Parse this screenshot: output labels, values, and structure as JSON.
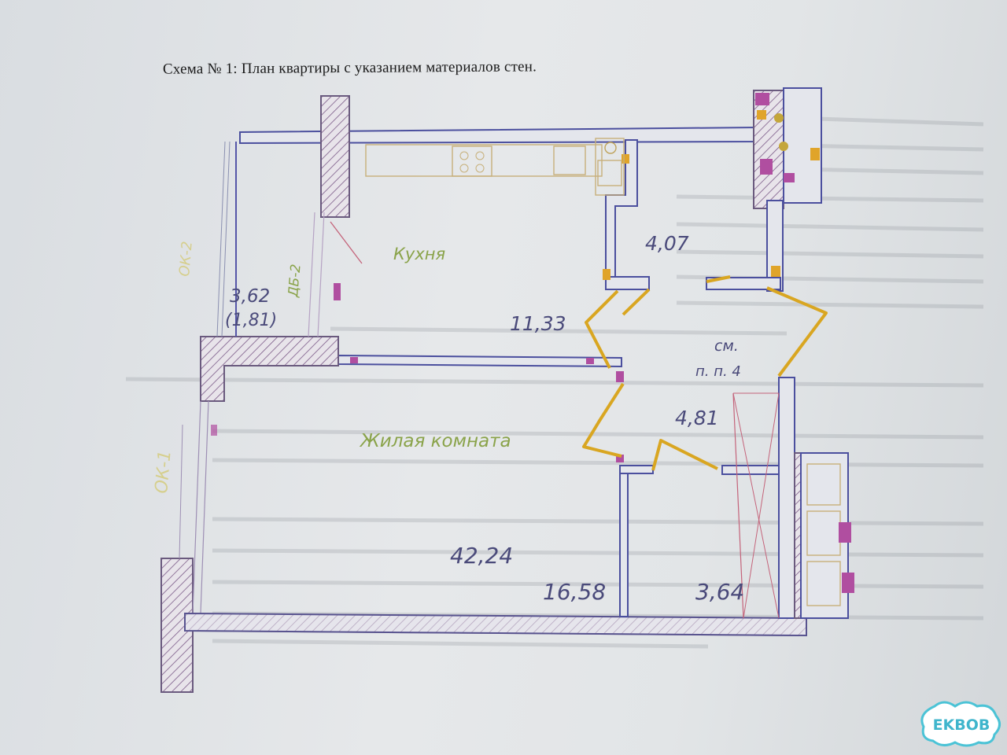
{
  "title": "Схема № 1: План квартиры с указанием материалов стен.",
  "rooms": {
    "kitchen_name": "Кухня",
    "kitchen_area": "11,33",
    "bath_area": "4,07",
    "hall_label_line1": "см.",
    "hall_label_line2": "п. п. 4",
    "hall_area": "4,81",
    "living_name": "Жилая комната",
    "total_area": "42,24",
    "living_area": "16,58",
    "loggia_area": "3,64",
    "balcony_area": "3,62",
    "balcony_area_half": "(1,81)"
  },
  "marks": {
    "door_block": "ДБ-2",
    "window_1": "ОК-1",
    "window_2": "ОК-2"
  },
  "logo_text": "EKBOB",
  "colors": {
    "wall_outline": "#4b4f9e",
    "door_arc": "#d9a621",
    "green_label": "#8aa34a",
    "pink_marker": "#b04ea0",
    "logo": "#4bc3d6"
  }
}
